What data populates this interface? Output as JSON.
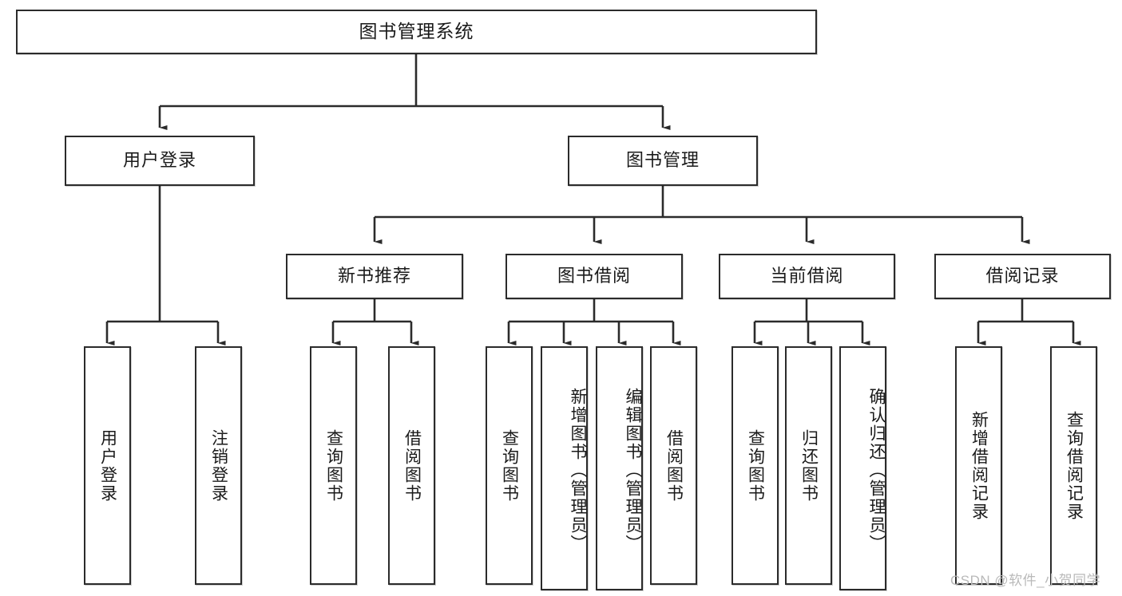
{
  "diagram": {
    "title": "图书管理系统",
    "type": "tree-hierarchy",
    "root": {
      "label": "图书管理系统"
    },
    "level2": [
      {
        "label": "用户登录"
      },
      {
        "label": "图书管理"
      }
    ],
    "level3": [
      {
        "label": "新书推荐"
      },
      {
        "label": "图书借阅"
      },
      {
        "label": "当前借阅"
      },
      {
        "label": "借阅记录"
      }
    ],
    "leaves": {
      "user_login": [
        {
          "label": "用户登录"
        },
        {
          "label": "注销登录"
        }
      ],
      "new_book_recommend": [
        {
          "label": "查询图书"
        },
        {
          "label": "借阅图书"
        }
      ],
      "book_borrow": [
        {
          "label": "查询图书"
        },
        {
          "label": "新增图书（管理员）"
        },
        {
          "label": "编辑图书（管理员）"
        },
        {
          "label": "借阅图书"
        }
      ],
      "current_borrow": [
        {
          "label": "查询图书"
        },
        {
          "label": "归还图书"
        },
        {
          "label": "确认归还（管理员）"
        }
      ],
      "borrow_records": [
        {
          "label": "新增借阅记录"
        },
        {
          "label": "查询借阅记录"
        }
      ]
    }
  },
  "watermark": {
    "text": "CSDN @软件_小贺同学"
  },
  "colors": {
    "stroke": "#2b2b2b",
    "fill": "#ffffff",
    "text": "#1a1a1a",
    "watermark": "#b9b9b9"
  }
}
